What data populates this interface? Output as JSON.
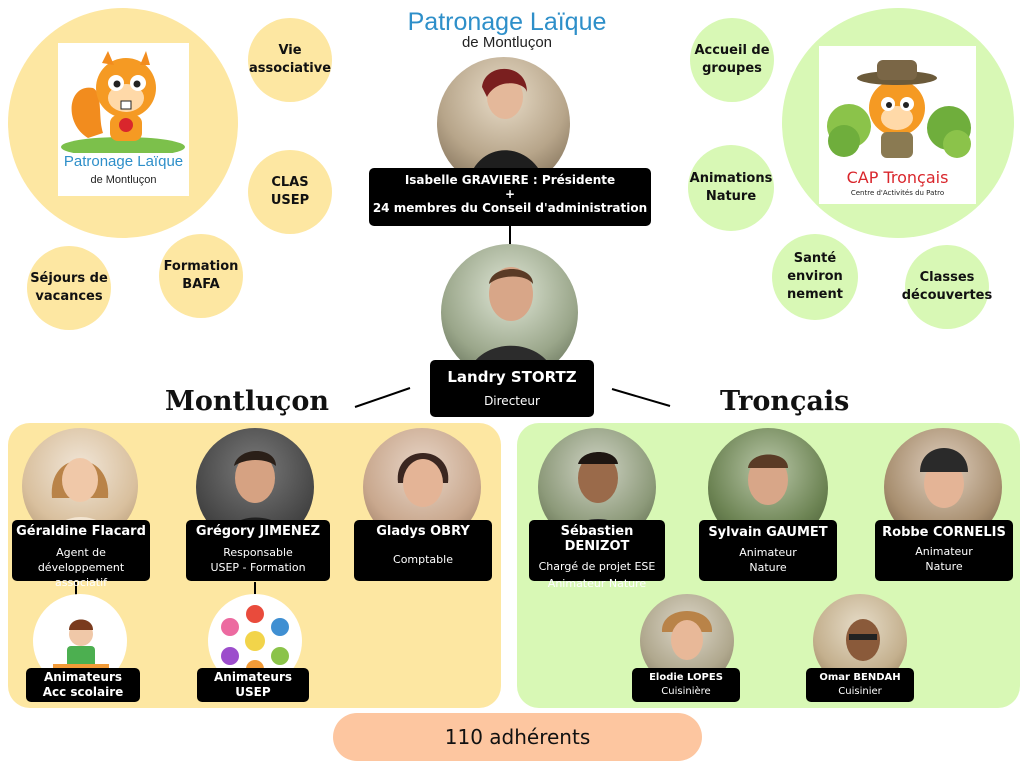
{
  "header": {
    "logo_line1": "Patronage Laïque",
    "logo_line2": "de Montluçon"
  },
  "left_logo": {
    "line1": "Patronage Laïque",
    "line2": "de Montluçon"
  },
  "right_logo": {
    "line1": "CAP Tronçais",
    "line2": "Centre d'Activités du Patro"
  },
  "activities_left": [
    "Vie\nassociative",
    "CLAS\nUSEP",
    "Formation\nBAFA",
    "Séjours de\nvacances"
  ],
  "activities_right": [
    "Accueil de\ngroupes",
    "Animations\nNature",
    "Santé\nenviron\nnement",
    "Classes\ndécouvertes"
  ],
  "president": {
    "line1": "Isabelle GRAVIERE : Présidente",
    "line2": "+",
    "line3": "24 membres du Conseil d'administration"
  },
  "director": {
    "name": "Landry STORTZ",
    "role": "Directeur"
  },
  "branches": {
    "left": "Montluçon",
    "right": "Tronçais"
  },
  "montlucon_staff": [
    {
      "name": "Géraldine Flacard",
      "role": "Agent de développement\nassociatif"
    },
    {
      "name": "Grégory JIMENEZ",
      "role": "Responsable\nUSEP - Formation"
    },
    {
      "name": "Gladys OBRY",
      "role": "Comptable"
    }
  ],
  "montlucon_teams": [
    {
      "name": "Animateurs\nAcc scolaire"
    },
    {
      "name": "Animateurs\nUSEP"
    }
  ],
  "troncais_staff": [
    {
      "name": "Sébastien DENIZOT",
      "role": "Chargé de projet ESE\nAnimateur Nature"
    },
    {
      "name": "Sylvain GAUMET",
      "role": "Animateur\nNature"
    },
    {
      "name": "Robbe CORNELIS",
      "role": "Animateur\nNature"
    }
  ],
  "troncais_kitchen": [
    {
      "name": "Elodie LOPES",
      "role": "Cuisinière"
    },
    {
      "name": "Omar BENDAH",
      "role": "Cuisinier"
    }
  ],
  "members": "110 adhérents",
  "colors": {
    "yellow": "#fde7a2",
    "green": "#d8f8b5",
    "members_bg": "#fdc6a0",
    "logo_blue": "#2e8fc9",
    "logo_orange": "#f39a1e"
  }
}
